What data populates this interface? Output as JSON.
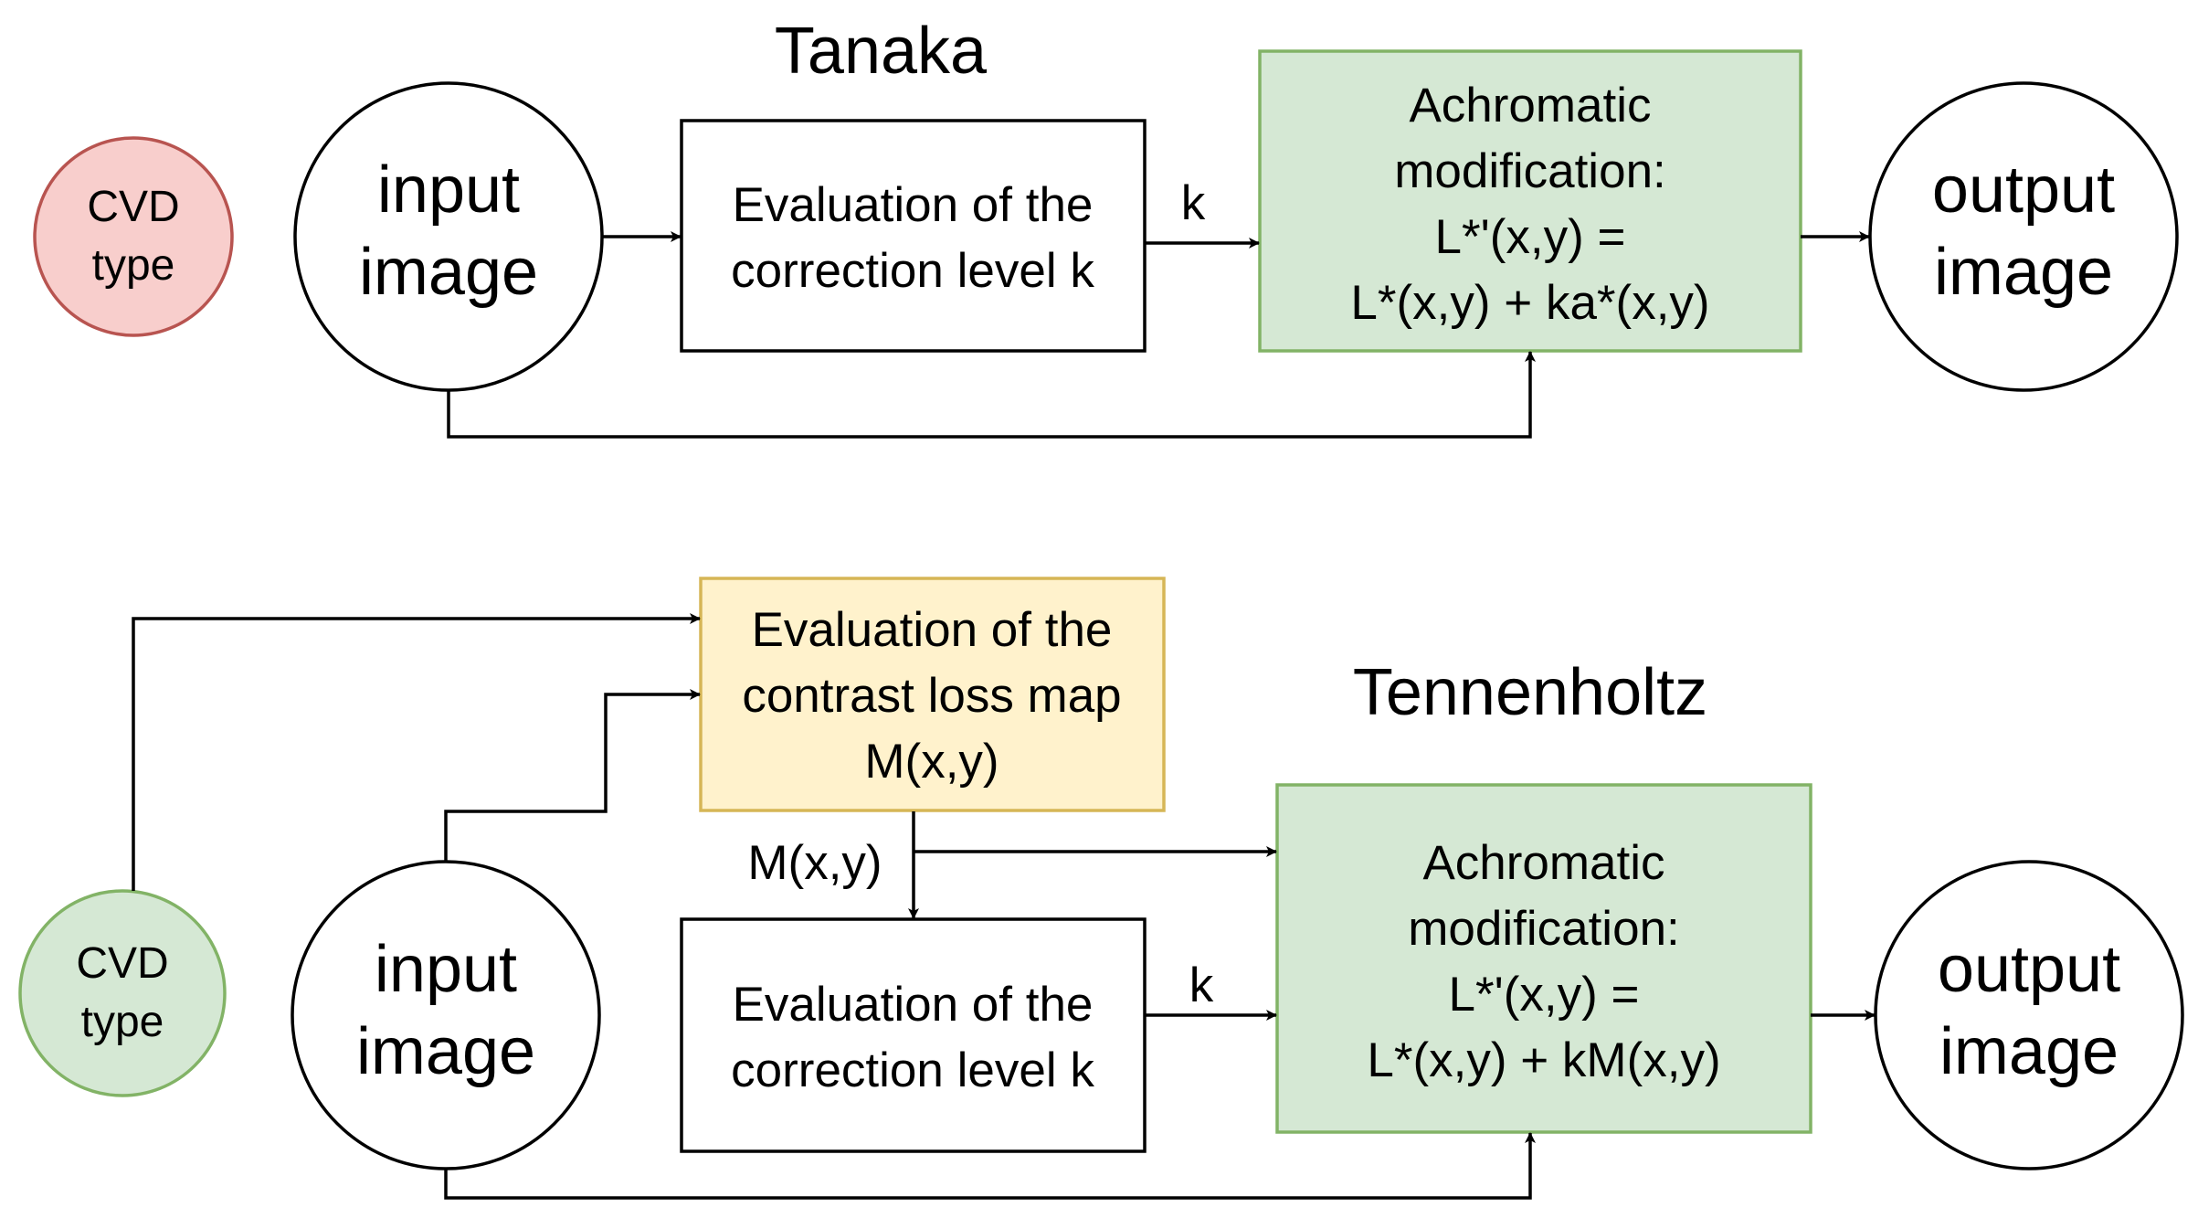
{
  "top": {
    "title": "Tanaka",
    "cvd": {
      "line1": "CVD",
      "line2": "type"
    },
    "input": {
      "line1": "input",
      "line2": "image"
    },
    "eval_k": {
      "line1": "Evaluation of the",
      "line2": "correction level k"
    },
    "k_label": "k",
    "achromatic": {
      "line1": "Achromatic",
      "line2": "modification:",
      "line3": "L*'(x,y) =",
      "line4": "L*(x,y) + ka*(x,y)"
    },
    "output": {
      "line1": "output",
      "line2": "image"
    }
  },
  "bottom": {
    "title": "Tennenholtz",
    "cvd": {
      "line1": "CVD",
      "line2": "type"
    },
    "input": {
      "line1": "input",
      "line2": "image"
    },
    "contrast": {
      "line1": "Evaluation of the",
      "line2": "contrast loss map",
      "line3": "M(x,y)"
    },
    "m_label": "M(x,y)",
    "eval_k": {
      "line1": "Evaluation of the",
      "line2": "correction level k"
    },
    "k_label": "k",
    "achromatic": {
      "line1": "Achromatic",
      "line2": "modification:",
      "line3": "L*'(x,y) =",
      "line4": "L*(x,y) + kM(x,y)"
    },
    "output": {
      "line1": "output",
      "line2": "image"
    }
  },
  "colors": {
    "cvd_top_fill": "#f8cecc",
    "cvd_top_stroke": "#b85450",
    "cvd_bottom_fill": "#d5e8d4",
    "cvd_bottom_stroke": "#82b366",
    "achromatic_fill": "#d5e8d4",
    "achromatic_stroke": "#82b366",
    "contrast_fill": "#fff2cc",
    "contrast_stroke": "#d6b656"
  }
}
